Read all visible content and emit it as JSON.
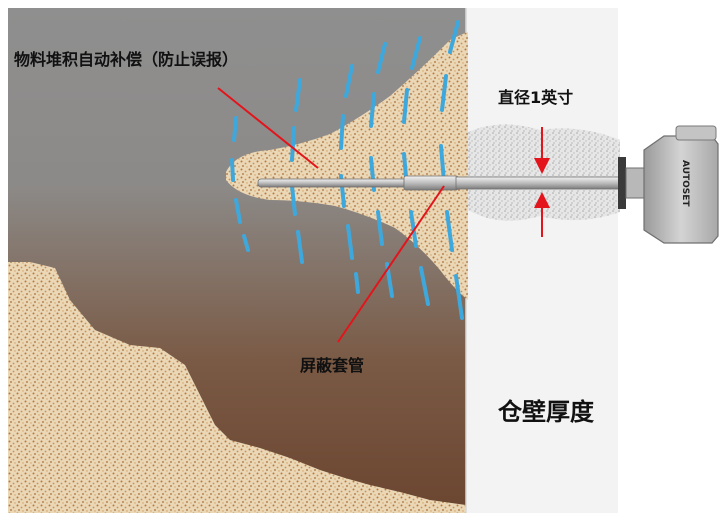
{
  "labels": {
    "material_buildup": "物料堆积自动补偿（防止误报）",
    "diameter": "直径1英寸",
    "shield_sleeve": "屏蔽套管",
    "wall_thickness": "仓壁厚度"
  },
  "brand": "AUTOSET",
  "colors": {
    "silo_gray": "#8e8e8e",
    "material_tan": "#e8d3b0",
    "material_speckle": "#b4793e",
    "wall_white": "#f0f0f0",
    "field_blue": "#3ea8dd",
    "leader_red": "#e3141b",
    "rod_metal": "#c8c8c8"
  }
}
